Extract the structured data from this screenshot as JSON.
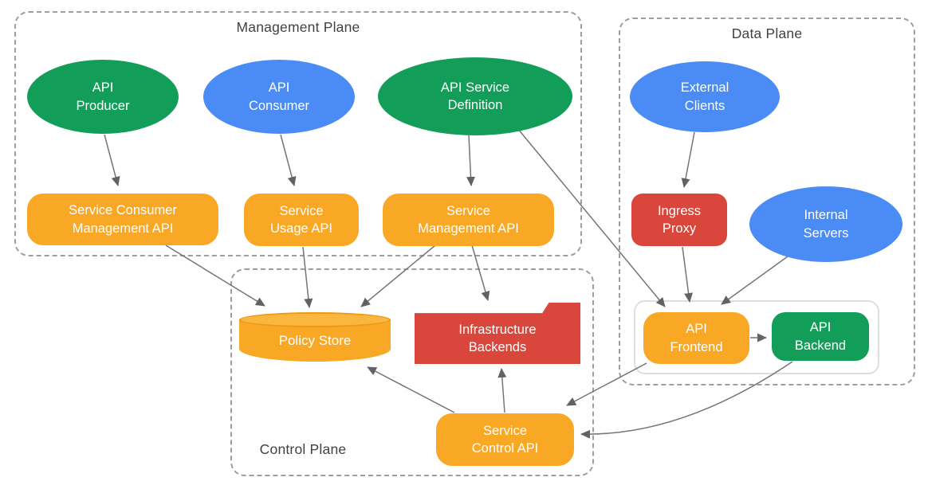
{
  "planes": {
    "management": {
      "label": "Management Plane"
    },
    "data": {
      "label": "Data Plane"
    },
    "control": {
      "label": "Control Plane"
    }
  },
  "nodes": {
    "api_producer": {
      "label": "API\nProducer",
      "shape": "ellipse",
      "color": "#129D58"
    },
    "api_consumer": {
      "label": "API\nConsumer",
      "shape": "ellipse",
      "color": "#4A8BF5"
    },
    "api_service_definition": {
      "label": "API Service\nDefinition",
      "shape": "ellipse",
      "color": "#129D58"
    },
    "service_consumer_management_api": {
      "label": "Service Consumer\nManagement API",
      "shape": "rounded-rect",
      "color": "#F9A826"
    },
    "service_usage_api": {
      "label": "Service\nUsage API",
      "shape": "rounded-rect",
      "color": "#F9A826"
    },
    "service_management_api": {
      "label": "Service\nManagement API",
      "shape": "rounded-rect",
      "color": "#F9A826"
    },
    "external_clients": {
      "label": "External\nClients",
      "shape": "ellipse",
      "color": "#4A8BF5"
    },
    "ingress_proxy": {
      "label": "Ingress\nProxy",
      "shape": "rounded-rect",
      "color": "#D9473C"
    },
    "internal_servers": {
      "label": "Internal\nServers",
      "shape": "ellipse",
      "color": "#4A8BF5"
    },
    "api_frontend": {
      "label": "API\nFrontend",
      "shape": "rounded-rect",
      "color": "#F9A826"
    },
    "api_backend": {
      "label": "API\nBackend",
      "shape": "rounded-rect",
      "color": "#129D58"
    },
    "policy_store": {
      "label": "Policy Store",
      "shape": "cylinder",
      "color": "#F9A826"
    },
    "infrastructure_backends": {
      "label": "Infrastructure\nBackends",
      "shape": "folder",
      "color": "#D9473C"
    },
    "service_control_api": {
      "label": "Service\nControl API",
      "shape": "rounded-rect",
      "color": "#F9A826"
    }
  },
  "edges": [
    {
      "from": "api_producer",
      "to": "service_consumer_management_api"
    },
    {
      "from": "api_consumer",
      "to": "service_usage_api"
    },
    {
      "from": "api_service_definition",
      "to": "service_management_api"
    },
    {
      "from": "api_service_definition",
      "to": "api_frontend"
    },
    {
      "from": "service_consumer_management_api",
      "to": "policy_store"
    },
    {
      "from": "service_usage_api",
      "to": "policy_store"
    },
    {
      "from": "service_management_api",
      "to": "policy_store"
    },
    {
      "from": "service_management_api",
      "to": "infrastructure_backends"
    },
    {
      "from": "external_clients",
      "to": "ingress_proxy"
    },
    {
      "from": "ingress_proxy",
      "to": "api_frontend"
    },
    {
      "from": "internal_servers",
      "to": "api_frontend"
    },
    {
      "from": "api_frontend",
      "to": "api_backend"
    },
    {
      "from": "api_frontend",
      "to": "service_control_api"
    },
    {
      "from": "api_backend",
      "to": "service_control_api"
    },
    {
      "from": "service_control_api",
      "to": "policy_store"
    },
    {
      "from": "service_control_api",
      "to": "infrastructure_backends"
    }
  ],
  "colors": {
    "green": "#129D58",
    "blue": "#4A8BF5",
    "orange": "#F9A826",
    "red": "#D9473C",
    "edge_line": "#757575",
    "arrowhead": "#5F6368",
    "plane_border": "#9E9E9E",
    "plane_label_text": "#424242",
    "node_text": "#FFFFFF"
  }
}
